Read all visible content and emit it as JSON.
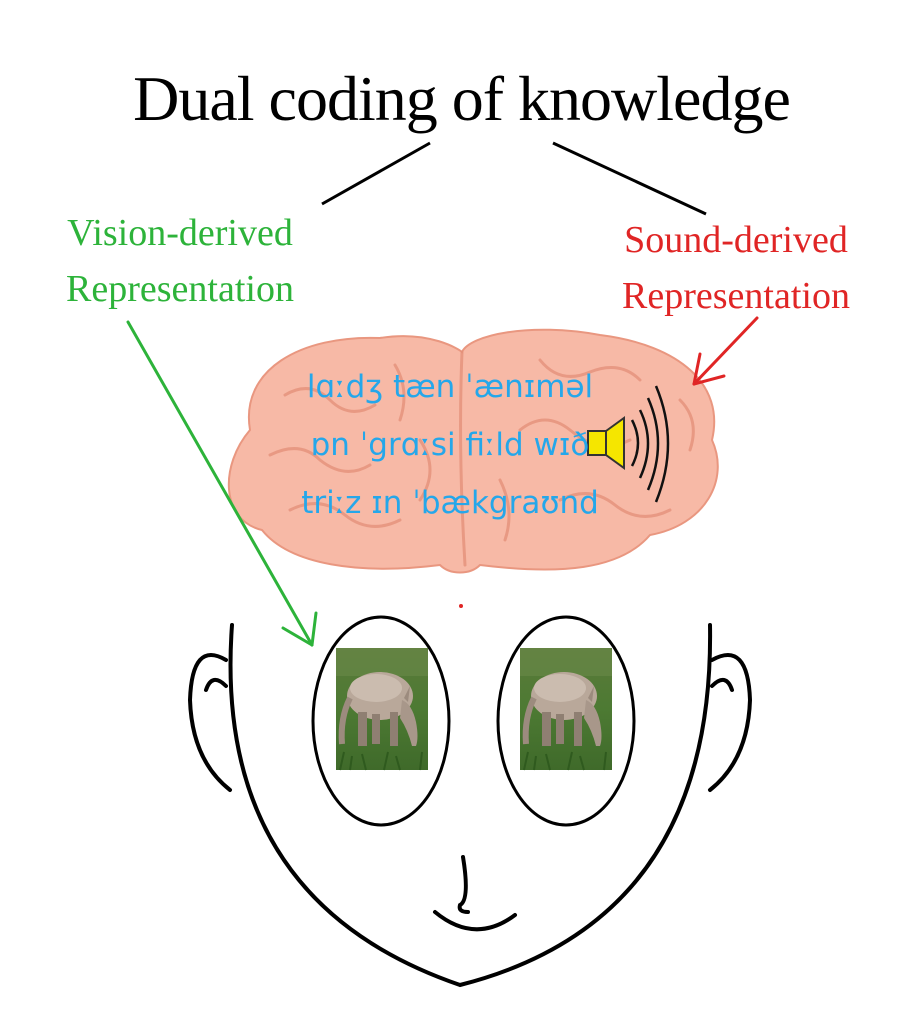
{
  "title": "Dual coding of knowledge",
  "vision_label": {
    "line1": "Vision-derived",
    "line2": "Representation"
  },
  "sound_label": {
    "line1": "Sound-derived",
    "line2": "Representation"
  },
  "phonetic": {
    "line1": "lɑːdʒ tæn ˈænɪməl",
    "line2": "ɒn ˈgrɑːsi fiːld wɪð",
    "line3": "triːz ɪn ˈbækgraʊnd"
  },
  "icons": [
    "brain-icon",
    "speaker-icon",
    "aardvark-photo",
    "face-outline"
  ],
  "colors": {
    "vision": "#2db33a",
    "sound": "#e02525",
    "phonetic": "#25a7ea",
    "brain": "#f7b9a6",
    "speaker": "#f5e600"
  }
}
